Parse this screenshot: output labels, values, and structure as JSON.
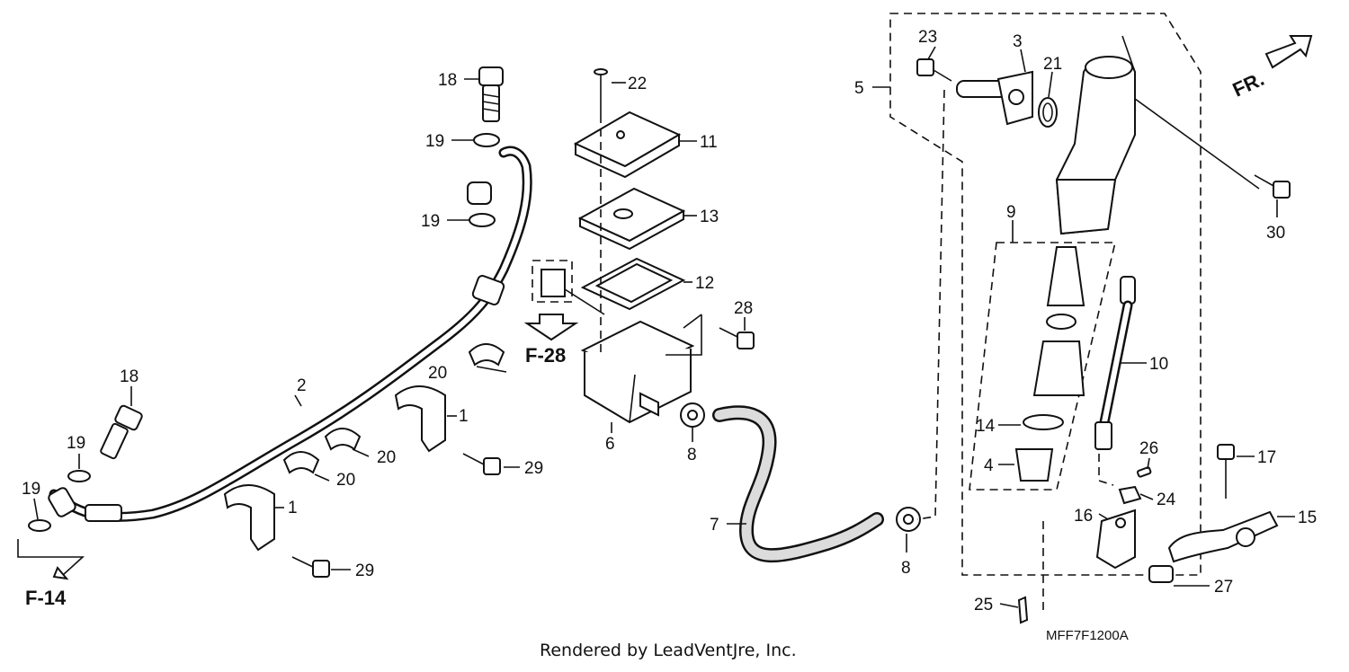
{
  "diagram": {
    "part_numbers": [
      "1",
      "2",
      "3",
      "4",
      "5",
      "6",
      "7",
      "8",
      "9",
      "10",
      "11",
      "12",
      "13",
      "14",
      "15",
      "16",
      "17",
      "18",
      "19",
      "20",
      "21",
      "22",
      "23",
      "24",
      "25",
      "26",
      "27",
      "28",
      "29",
      "30"
    ],
    "references": {
      "left": "F-14",
      "center": "F-28"
    },
    "direction_label": "FR.",
    "diagram_code": "MFF7F1200A",
    "footer": "Rendered by LeadVentJre, Inc."
  }
}
